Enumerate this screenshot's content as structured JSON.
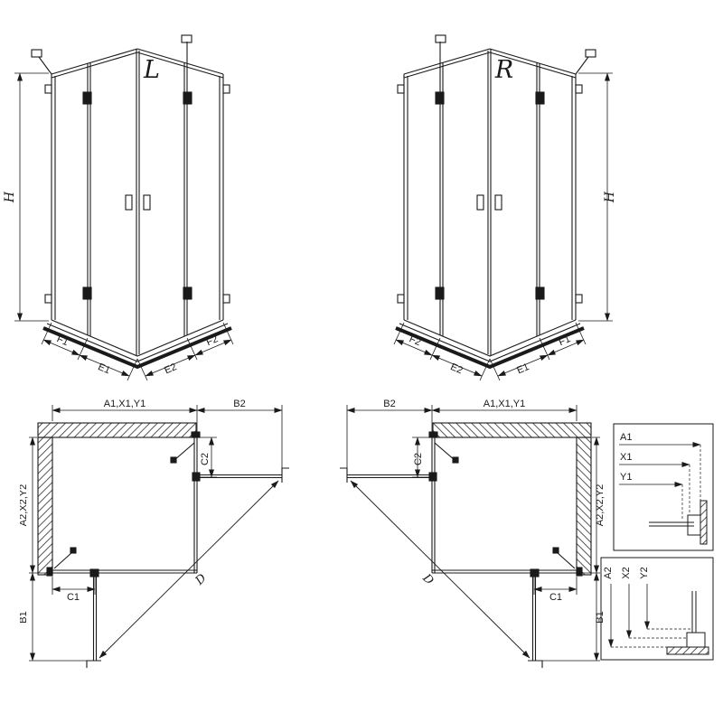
{
  "drawing": {
    "iso_left": {
      "label": "L",
      "h": "H",
      "f1": "F1",
      "e1": "E1",
      "e2": "E2",
      "f2": "F2"
    },
    "iso_right": {
      "label": "R",
      "h": "H",
      "f1": "F1",
      "e1": "E1",
      "e2": "E2",
      "f2": "F2"
    },
    "plan_left": {
      "a1": "A1,X1,Y1",
      "b2": "B2",
      "c2": "C2",
      "a2": "A2,X2,Y2",
      "c1": "C1",
      "b1": "B1",
      "d": "D"
    },
    "plan_right": {
      "a1": "A1,X1,Y1",
      "b2": "B2",
      "c2": "C2",
      "a2": "A2,X2,Y2",
      "c1": "C1",
      "b1": "B1",
      "d": "D"
    },
    "detail_h": {
      "a1": "A1",
      "x1": "X1",
      "y1": "Y1"
    },
    "detail_v": {
      "a2": "A2",
      "x2": "X2",
      "y2": "Y2"
    },
    "colors": {
      "line": "#1a1a1a",
      "background": "#ffffff"
    }
  }
}
